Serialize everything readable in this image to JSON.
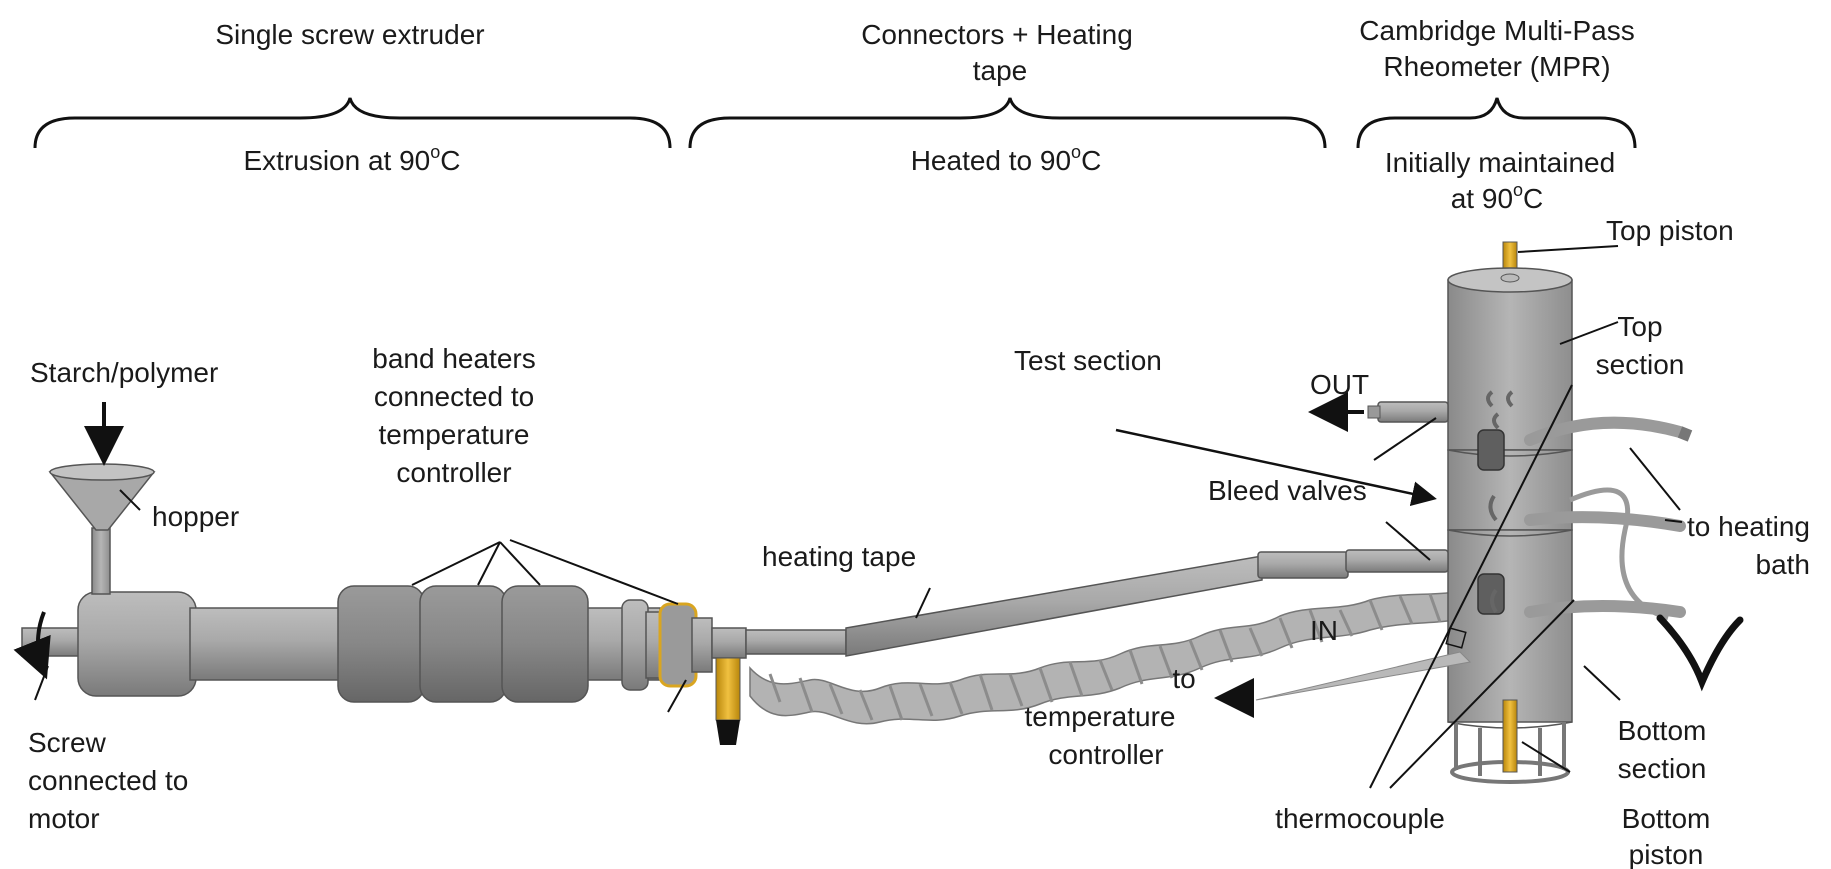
{
  "sections": {
    "extruder": {
      "title": "Single screw extruder",
      "condition_prefix": "Extrusion at 90",
      "condition_sup": "o",
      "condition_suffix": "C"
    },
    "connectors": {
      "title_line1": "Connectors + Heating",
      "title_line2": "tape",
      "condition_prefix": "Heated to 90",
      "condition_sup": "o",
      "condition_suffix": "C"
    },
    "mpr": {
      "title_line1": "Cambridge Multi-Pass",
      "title_line2": "Rheometer (MPR)",
      "condition_line1": "Initially maintained",
      "condition_prefix": "at 90",
      "condition_sup": "o",
      "condition_suffix": "C"
    }
  },
  "labels": {
    "starch_polymer": "Starch/polymer",
    "hopper": "hopper",
    "band_heaters": [
      "band heaters",
      "connected to",
      "temperature",
      "controller"
    ],
    "screw": [
      "Screw",
      "connected to",
      "motor"
    ],
    "heating_tape": "heating tape",
    "test_section": "Test section",
    "out": "OUT",
    "in": "IN",
    "bleed_valves": "Bleed valves",
    "top_piston": "Top piston",
    "top_section": [
      "Top",
      "section"
    ],
    "to_heating_bath": [
      "to heating",
      "bath"
    ],
    "to_temp_controller": [
      "to",
      "temperature",
      "controller"
    ],
    "bottom_section": [
      "Bottom",
      "section"
    ],
    "thermocouple": "thermocouple",
    "bottom_piston": [
      "Bottom",
      "piston"
    ]
  },
  "colors": {
    "metal": "#a3a3a3",
    "metal_dark": "#7c7c7c",
    "metal_light": "#c8c8c8",
    "outline": "#5a5a5a",
    "brass": "#d9a520",
    "text": "#1a1a1a"
  }
}
